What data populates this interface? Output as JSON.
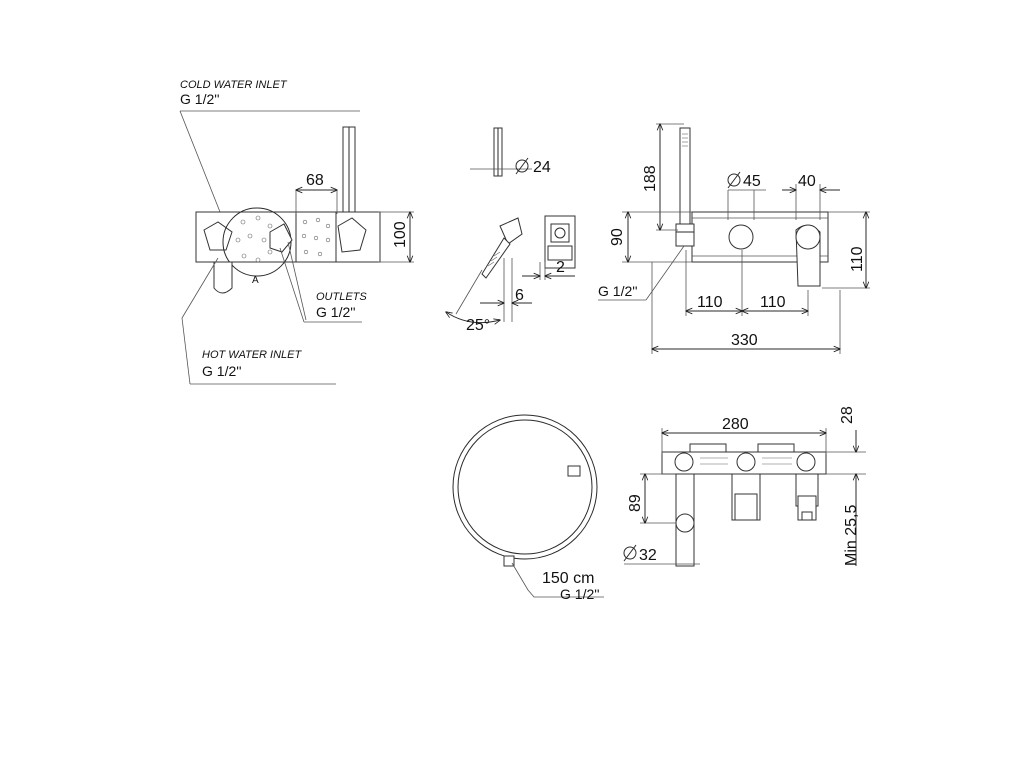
{
  "labels": {
    "cold_water_inlet": "COLD WATER INLET",
    "cold_thread": "G 1/2''",
    "outlets": "OUTLETS",
    "outlets_thread": "G 1/2''",
    "hot_water_inlet": "HOT WATER INLET",
    "hot_thread": "G 1/2''",
    "detail_marker": "A",
    "side_thread": "G 1/2''",
    "hose_length": "150 cm",
    "hose_thread": "G 1/2''"
  },
  "dimensions": {
    "d68": "68",
    "d100": "100",
    "d24": "24",
    "d25deg": "25°",
    "d6": "6",
    "d2": "2",
    "d188": "188",
    "d90": "90",
    "d45": "45",
    "d40": "40",
    "d110_right": "110",
    "d110_a": "110",
    "d110_b": "110",
    "d330": "330",
    "d280": "280",
    "d28": "28",
    "d89": "89",
    "d32": "32",
    "dmin": "Min 25,5"
  },
  "symbols": {
    "diameter": "⌀"
  }
}
